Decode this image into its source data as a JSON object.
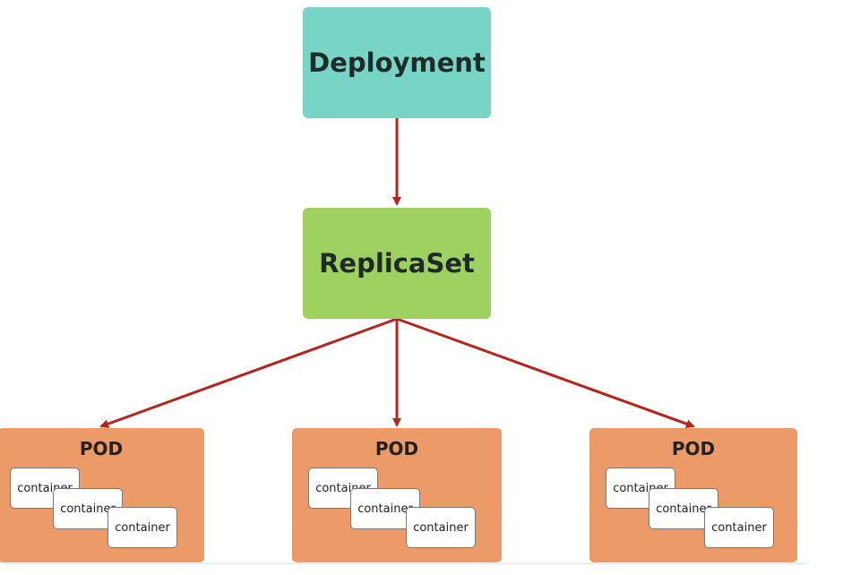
{
  "diagram": {
    "deployment_label": "Deployment",
    "replicaset_label": "ReplicaSet",
    "pods": [
      {
        "title": "POD",
        "containers": [
          "container",
          "container",
          "container"
        ]
      },
      {
        "title": "POD",
        "containers": [
          "container",
          "container",
          "container"
        ]
      },
      {
        "title": "POD",
        "containers": [
          "container",
          "container",
          "container"
        ]
      }
    ],
    "colors": {
      "deployment": "#78d4c4",
      "replicaset": "#9fd160",
      "pod": "#ec9a67",
      "arrow": "#b3261e"
    }
  }
}
